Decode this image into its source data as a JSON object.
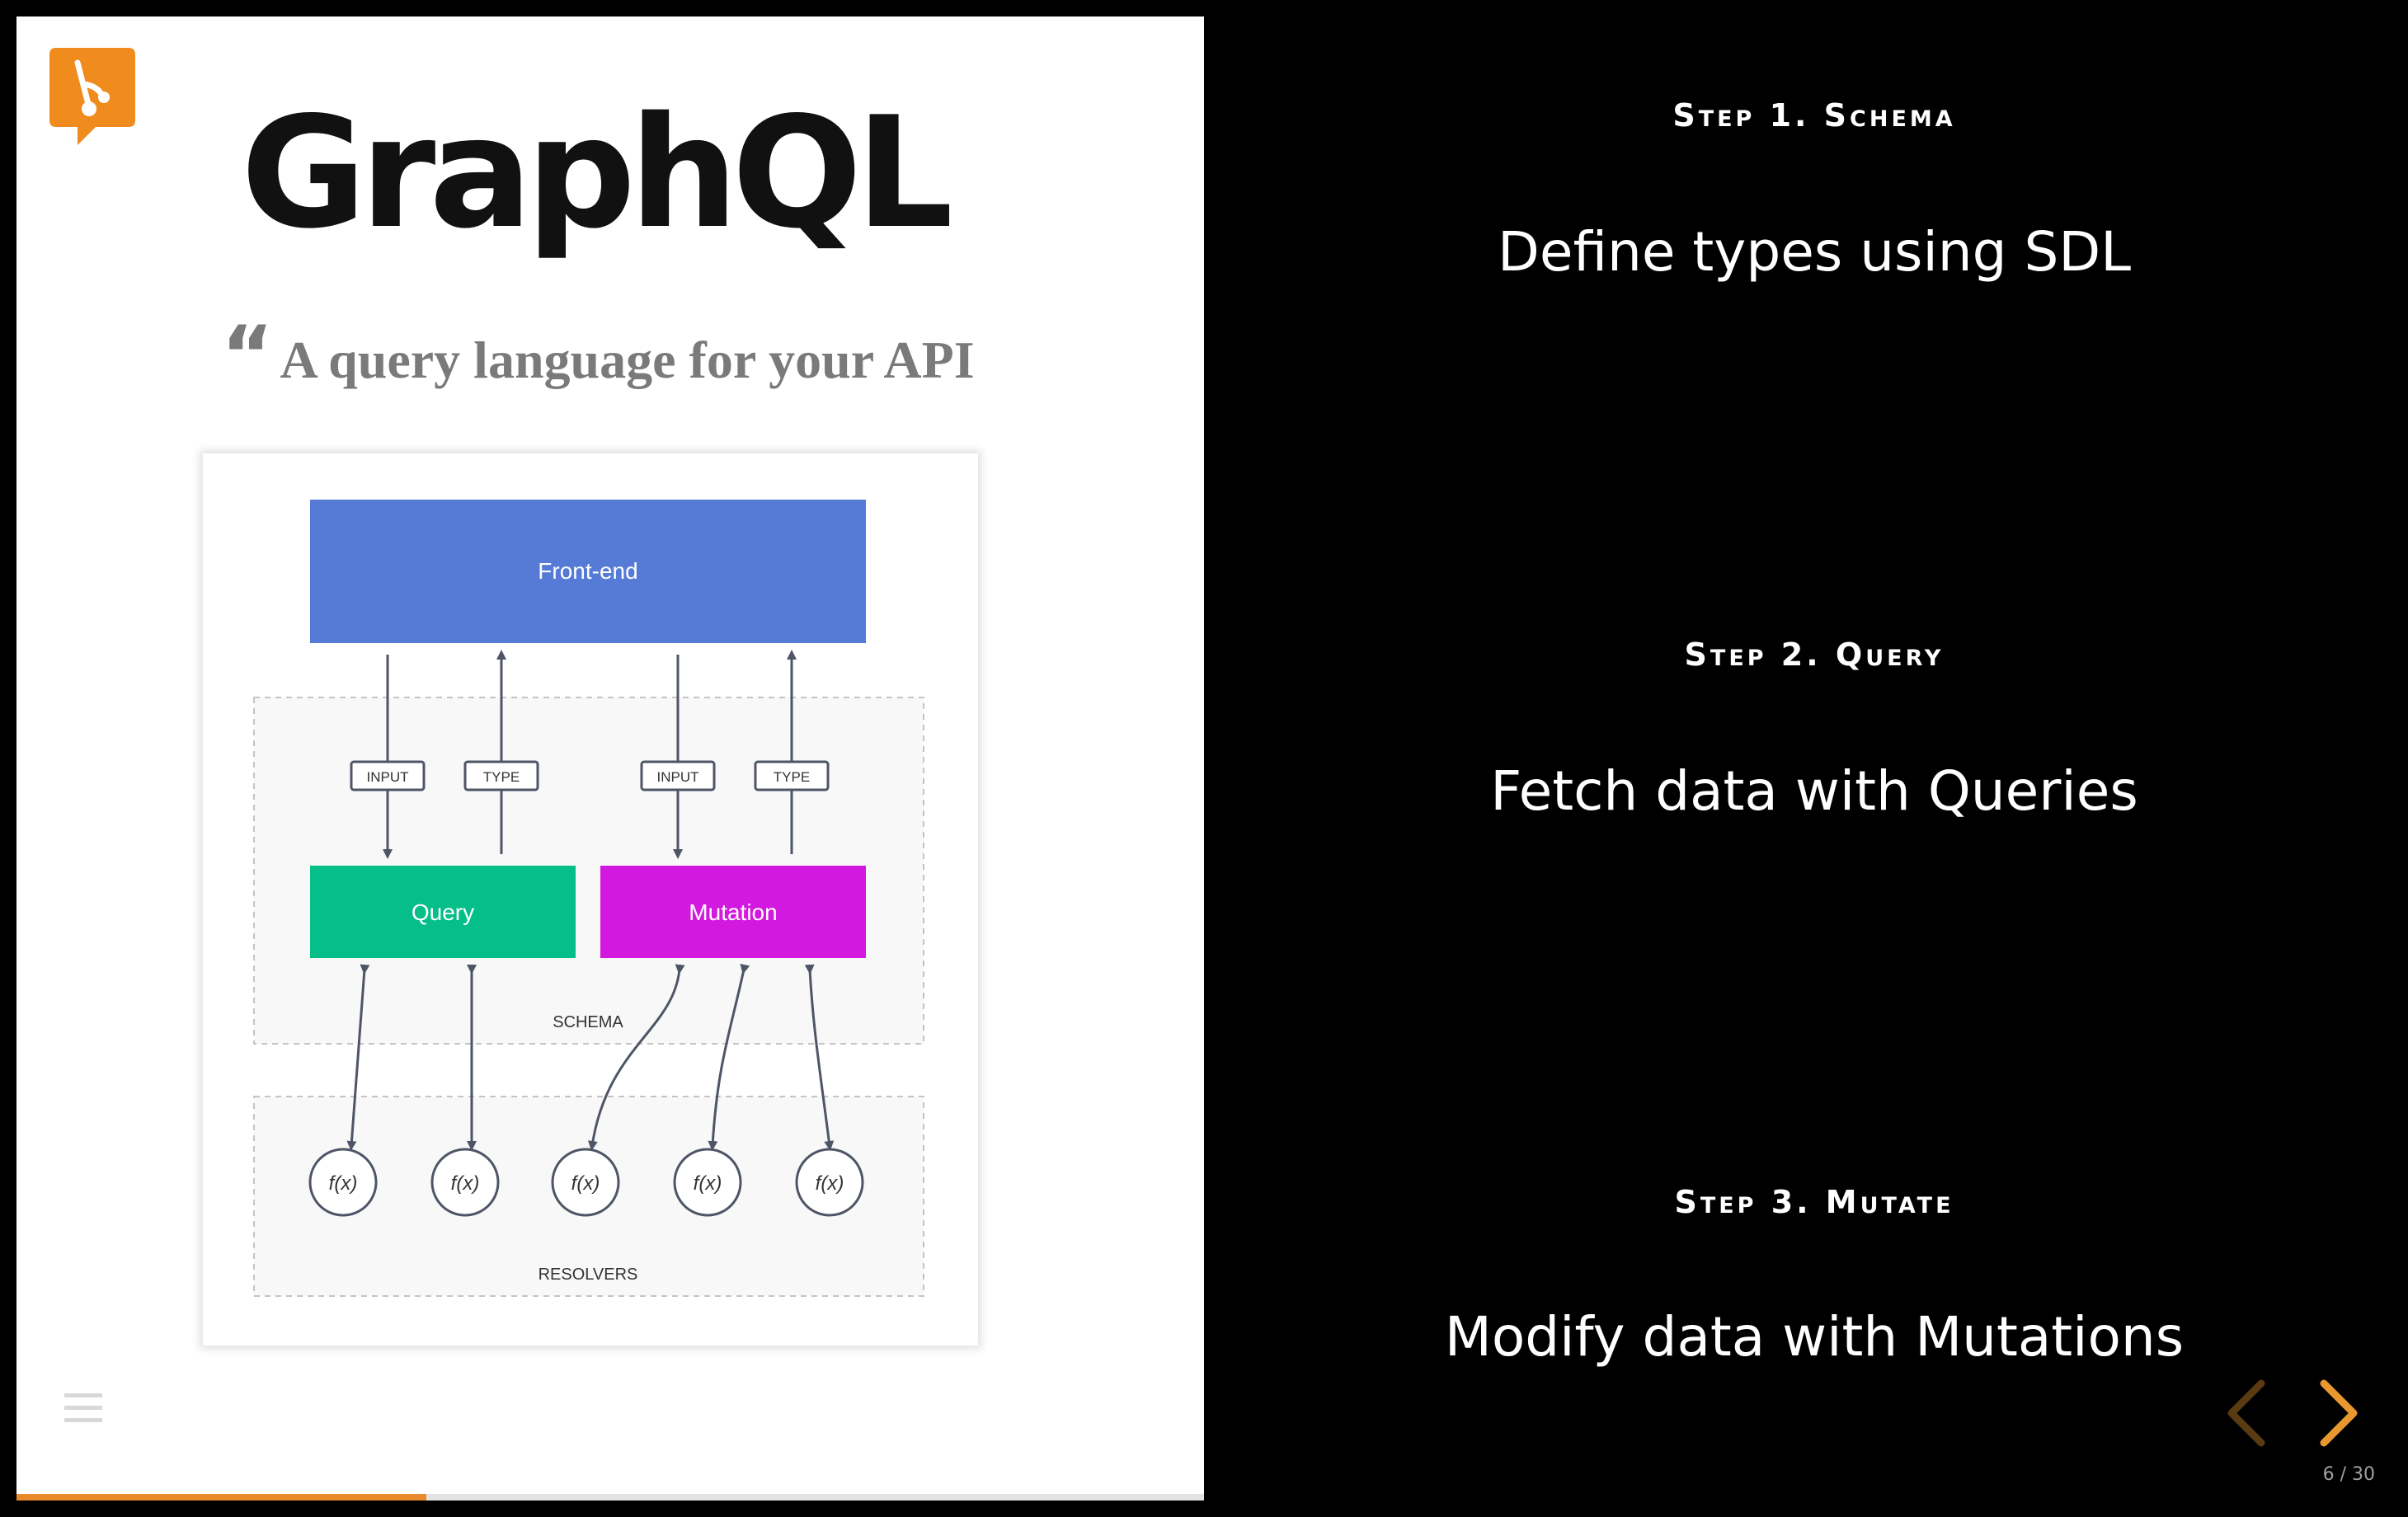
{
  "slide": {
    "title": "GraphQL",
    "tagline_quote_mark": "“",
    "tagline": "A query language for your API",
    "diagram": {
      "frontend_label": "Front-end",
      "arrow_labels": [
        "INPUT",
        "TYPE",
        "INPUT",
        "TYPE"
      ],
      "query_label": "Query",
      "mutation_label": "Mutation",
      "schema_label": "SCHEMA",
      "resolver_labels": [
        "f(x)",
        "f(x)",
        "f(x)",
        "f(x)",
        "f(x)"
      ],
      "resolvers_label": "RESOLVERS",
      "colors": {
        "frontend": "#567bd6",
        "query": "#05be8a",
        "mutation": "#d318df",
        "line": "#4e5566"
      }
    },
    "progress_fraction": 0.345,
    "logo_icon": "git-branch-speech-bubble-icon",
    "logo_color": "#f08c1e"
  },
  "steps": [
    {
      "heading": "Step 1. Schema",
      "text": "Define types using SDL"
    },
    {
      "heading": "Step 2. Query",
      "text": "Fetch data with Queries"
    },
    {
      "heading": "Step 3. Mutate",
      "text": "Modify data with Mutations"
    }
  ],
  "navigation": {
    "prev_icon": "chevron-left-icon",
    "next_icon": "chevron-right-icon",
    "accent_color": "#e8982e",
    "slide_number": "6 / 30"
  },
  "menu_icon": "hamburger-menu-icon"
}
